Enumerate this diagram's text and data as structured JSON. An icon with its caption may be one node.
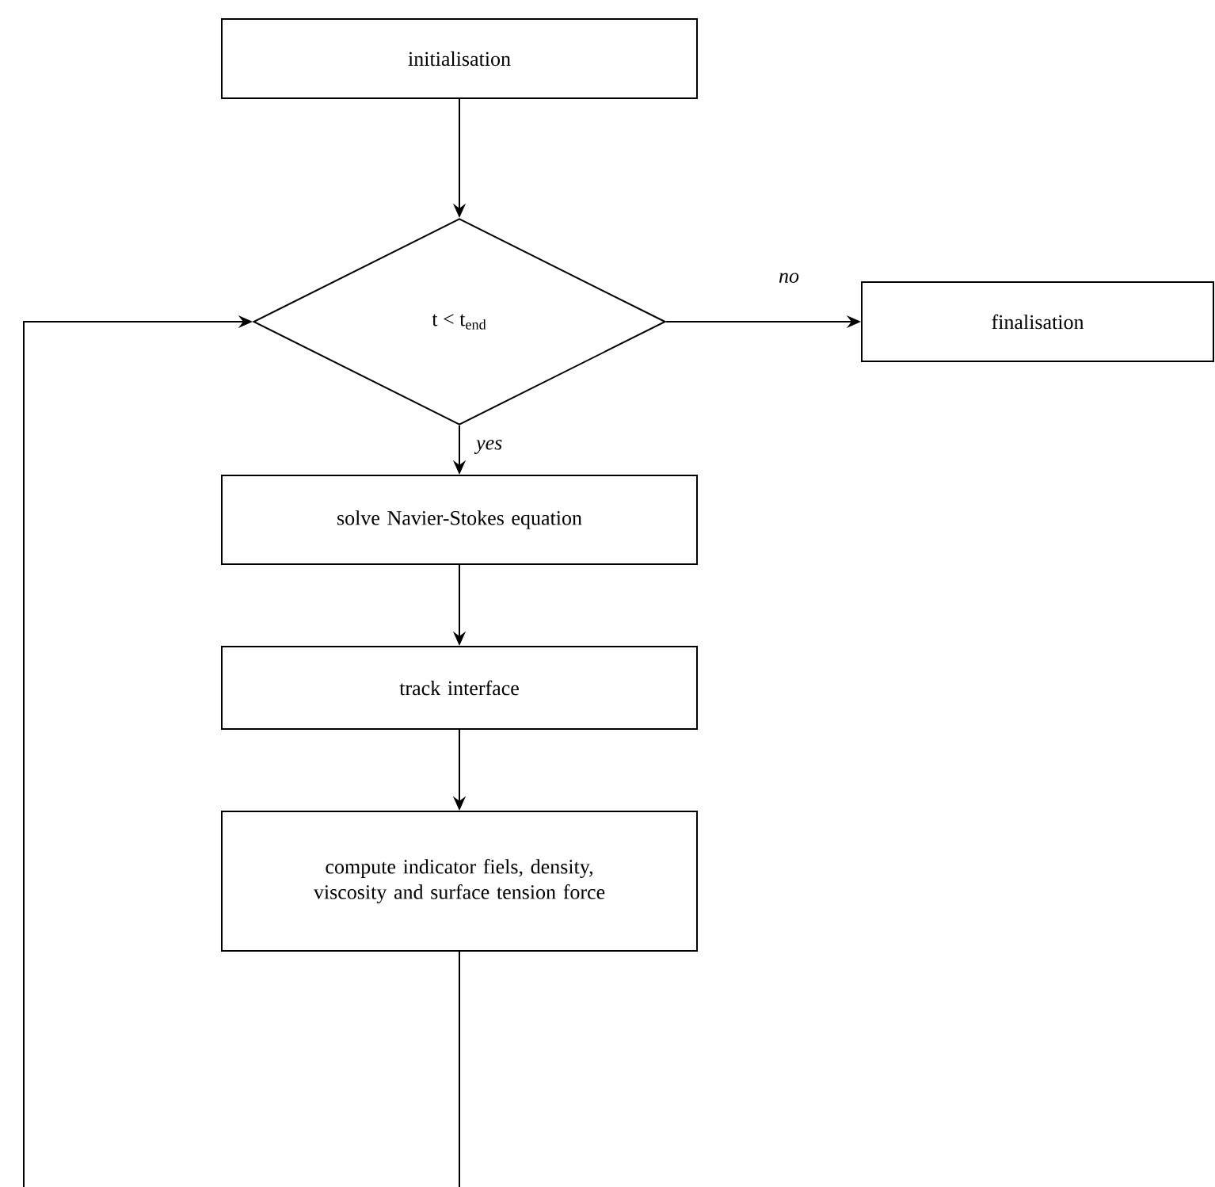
{
  "diagram": {
    "nodes": [
      {
        "text": [
          "initialisation"
        ]
      },
      {
        "text": [
          "t < t$_{end}$"
        ]
      },
      {
        "text": [
          "finalisation"
        ]
      },
      {
        "text": [
          "solve Navier-Stokes equation"
        ]
      },
      {
        "text": [
          "track interface"
        ]
      },
      {
        "text": [
          "compute indicator fiels, density, viscosity and surface tension force"
        ]
      }
    ],
    "edges": [
      {
        "from": 0,
        "to": 1,
        "arrow": "to"
      },
      {
        "from": 1,
        "to": 2,
        "arrow": "to",
        "label": "no"
      },
      {
        "from": 1,
        "to": 3,
        "arrow": "to",
        "label": "yes"
      },
      {
        "from": 3,
        "to": 4,
        "arrow": "to"
      },
      {
        "from": 4,
        "to": 5,
        "arrow": "to"
      },
      {
        "from": 5,
        "to": 1,
        "arrow": "to"
      }
    ]
  }
}
